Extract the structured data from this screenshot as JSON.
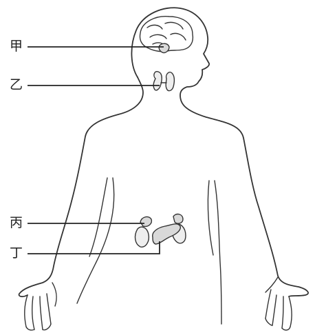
{
  "labels": {
    "jia": "甲",
    "yi": "乙",
    "bing": "丙",
    "ding": "丁"
  },
  "colors": {
    "line": "#333333",
    "organ_fill": "#d9d9d9"
  }
}
